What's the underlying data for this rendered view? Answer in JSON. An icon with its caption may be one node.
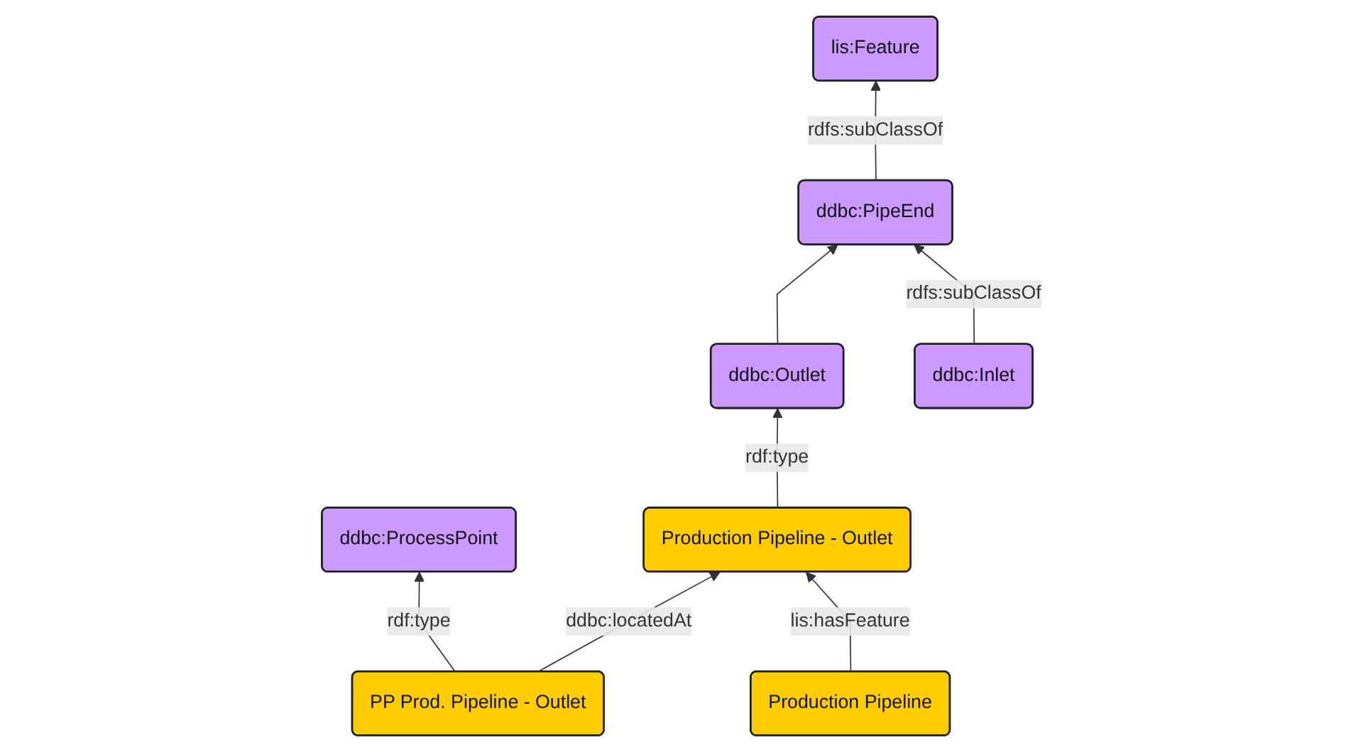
{
  "diagram": {
    "nodes": [
      {
        "text": [
          "lis:Feature"
        ]
      },
      {
        "text": [
          "ddbc:PipeEnd"
        ]
      },
      {
        "text": [
          "ddbc:Inlet"
        ]
      },
      {
        "text": [
          "ddbc:Outlet"
        ]
      },
      {
        "text": [
          "ddbc:ProcessPoint"
        ]
      },
      {
        "text": [
          "Production Pipeline"
        ]
      },
      {
        "text": [
          "Production Pipeline - Outlet"
        ]
      },
      {
        "text": [
          "PP Prod. Pipeline - Outlet"
        ]
      }
    ],
    "edges": [
      {
        "from": 1,
        "to": 0,
        "arrow": "to",
        "label": "rdfs:subClassOf"
      },
      {
        "from": 2,
        "to": 1,
        "arrow": "to",
        "label": "rdfs:subClassOf"
      },
      {
        "from": 3,
        "to": 1,
        "arrow": "to"
      },
      {
        "from": 6,
        "to": 3,
        "arrow": "to",
        "label": "rdf:type"
      },
      {
        "from": 7,
        "to": 4,
        "arrow": "to",
        "label": "rdf:type"
      },
      {
        "from": 5,
        "to": 6,
        "arrow": "to",
        "label": "lis:hasFeature"
      },
      {
        "from": 7,
        "to": 6,
        "arrow": "to",
        "label": "ddbc:locatedAt"
      }
    ]
  }
}
